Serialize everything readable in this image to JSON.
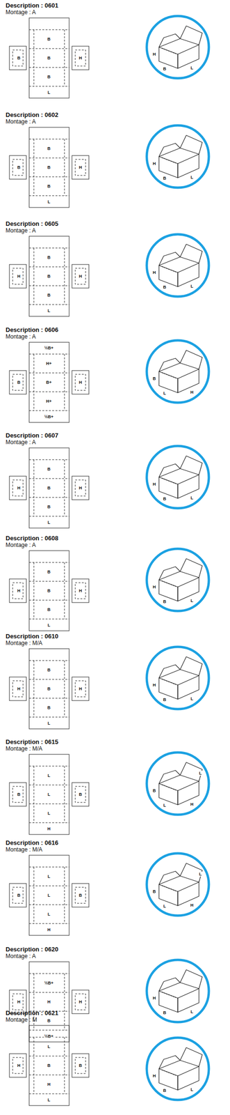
{
  "diagram": {
    "labels": [
      "Description : 0601",
      "Montage : A",
      "B",
      "H",
      "B",
      "B",
      "B",
      "L",
      "H",
      "B",
      "L",
      "Description : 0602",
      "Montage : A",
      "B",
      "H",
      "B",
      "B",
      "B",
      "L",
      "H",
      "B",
      "L",
      "Description : 0605",
      "Montage : A",
      "H",
      "H",
      "B",
      "B",
      "B",
      "L",
      "H",
      "B",
      "L",
      "Description : 0606",
      "Montage : A",
      "B",
      "H",
      "½B+",
      "H+",
      "B+",
      "H+",
      "½B+",
      "B",
      "L",
      "H",
      "Description : 0607",
      "Montage : A",
      "H",
      "H",
      "B",
      "B",
      "B",
      "L",
      "H",
      "B",
      "L",
      "Description : 0608",
      "Montage : A",
      "H",
      "H",
      "B",
      "B",
      "B",
      "L",
      "H",
      "B",
      "L",
      "Description : 0610",
      "Montage : M/A",
      "H",
      "H",
      "B",
      "B",
      "B",
      "L",
      "H",
      "B",
      "L",
      "Description : 0615",
      "Montage : M/A",
      "B",
      "B",
      "L",
      "L",
      "L",
      "H",
      "B",
      "L",
      "H",
      "L",
      "Description : 0616",
      "Montage : M/A",
      "B",
      "B",
      "L",
      "L",
      "L",
      "H",
      "B",
      "L",
      "H",
      "L",
      "Description : 0620",
      "Montage : A",
      "H",
      "H",
      "½B+",
      "H",
      "B",
      "½B+",
      "H",
      "B",
      "L",
      "Description : 0621",
      "Montage : M",
      "H",
      "B",
      "L",
      "B",
      "H",
      "L",
      "H",
      "B",
      "L"
    ]
  }
}
